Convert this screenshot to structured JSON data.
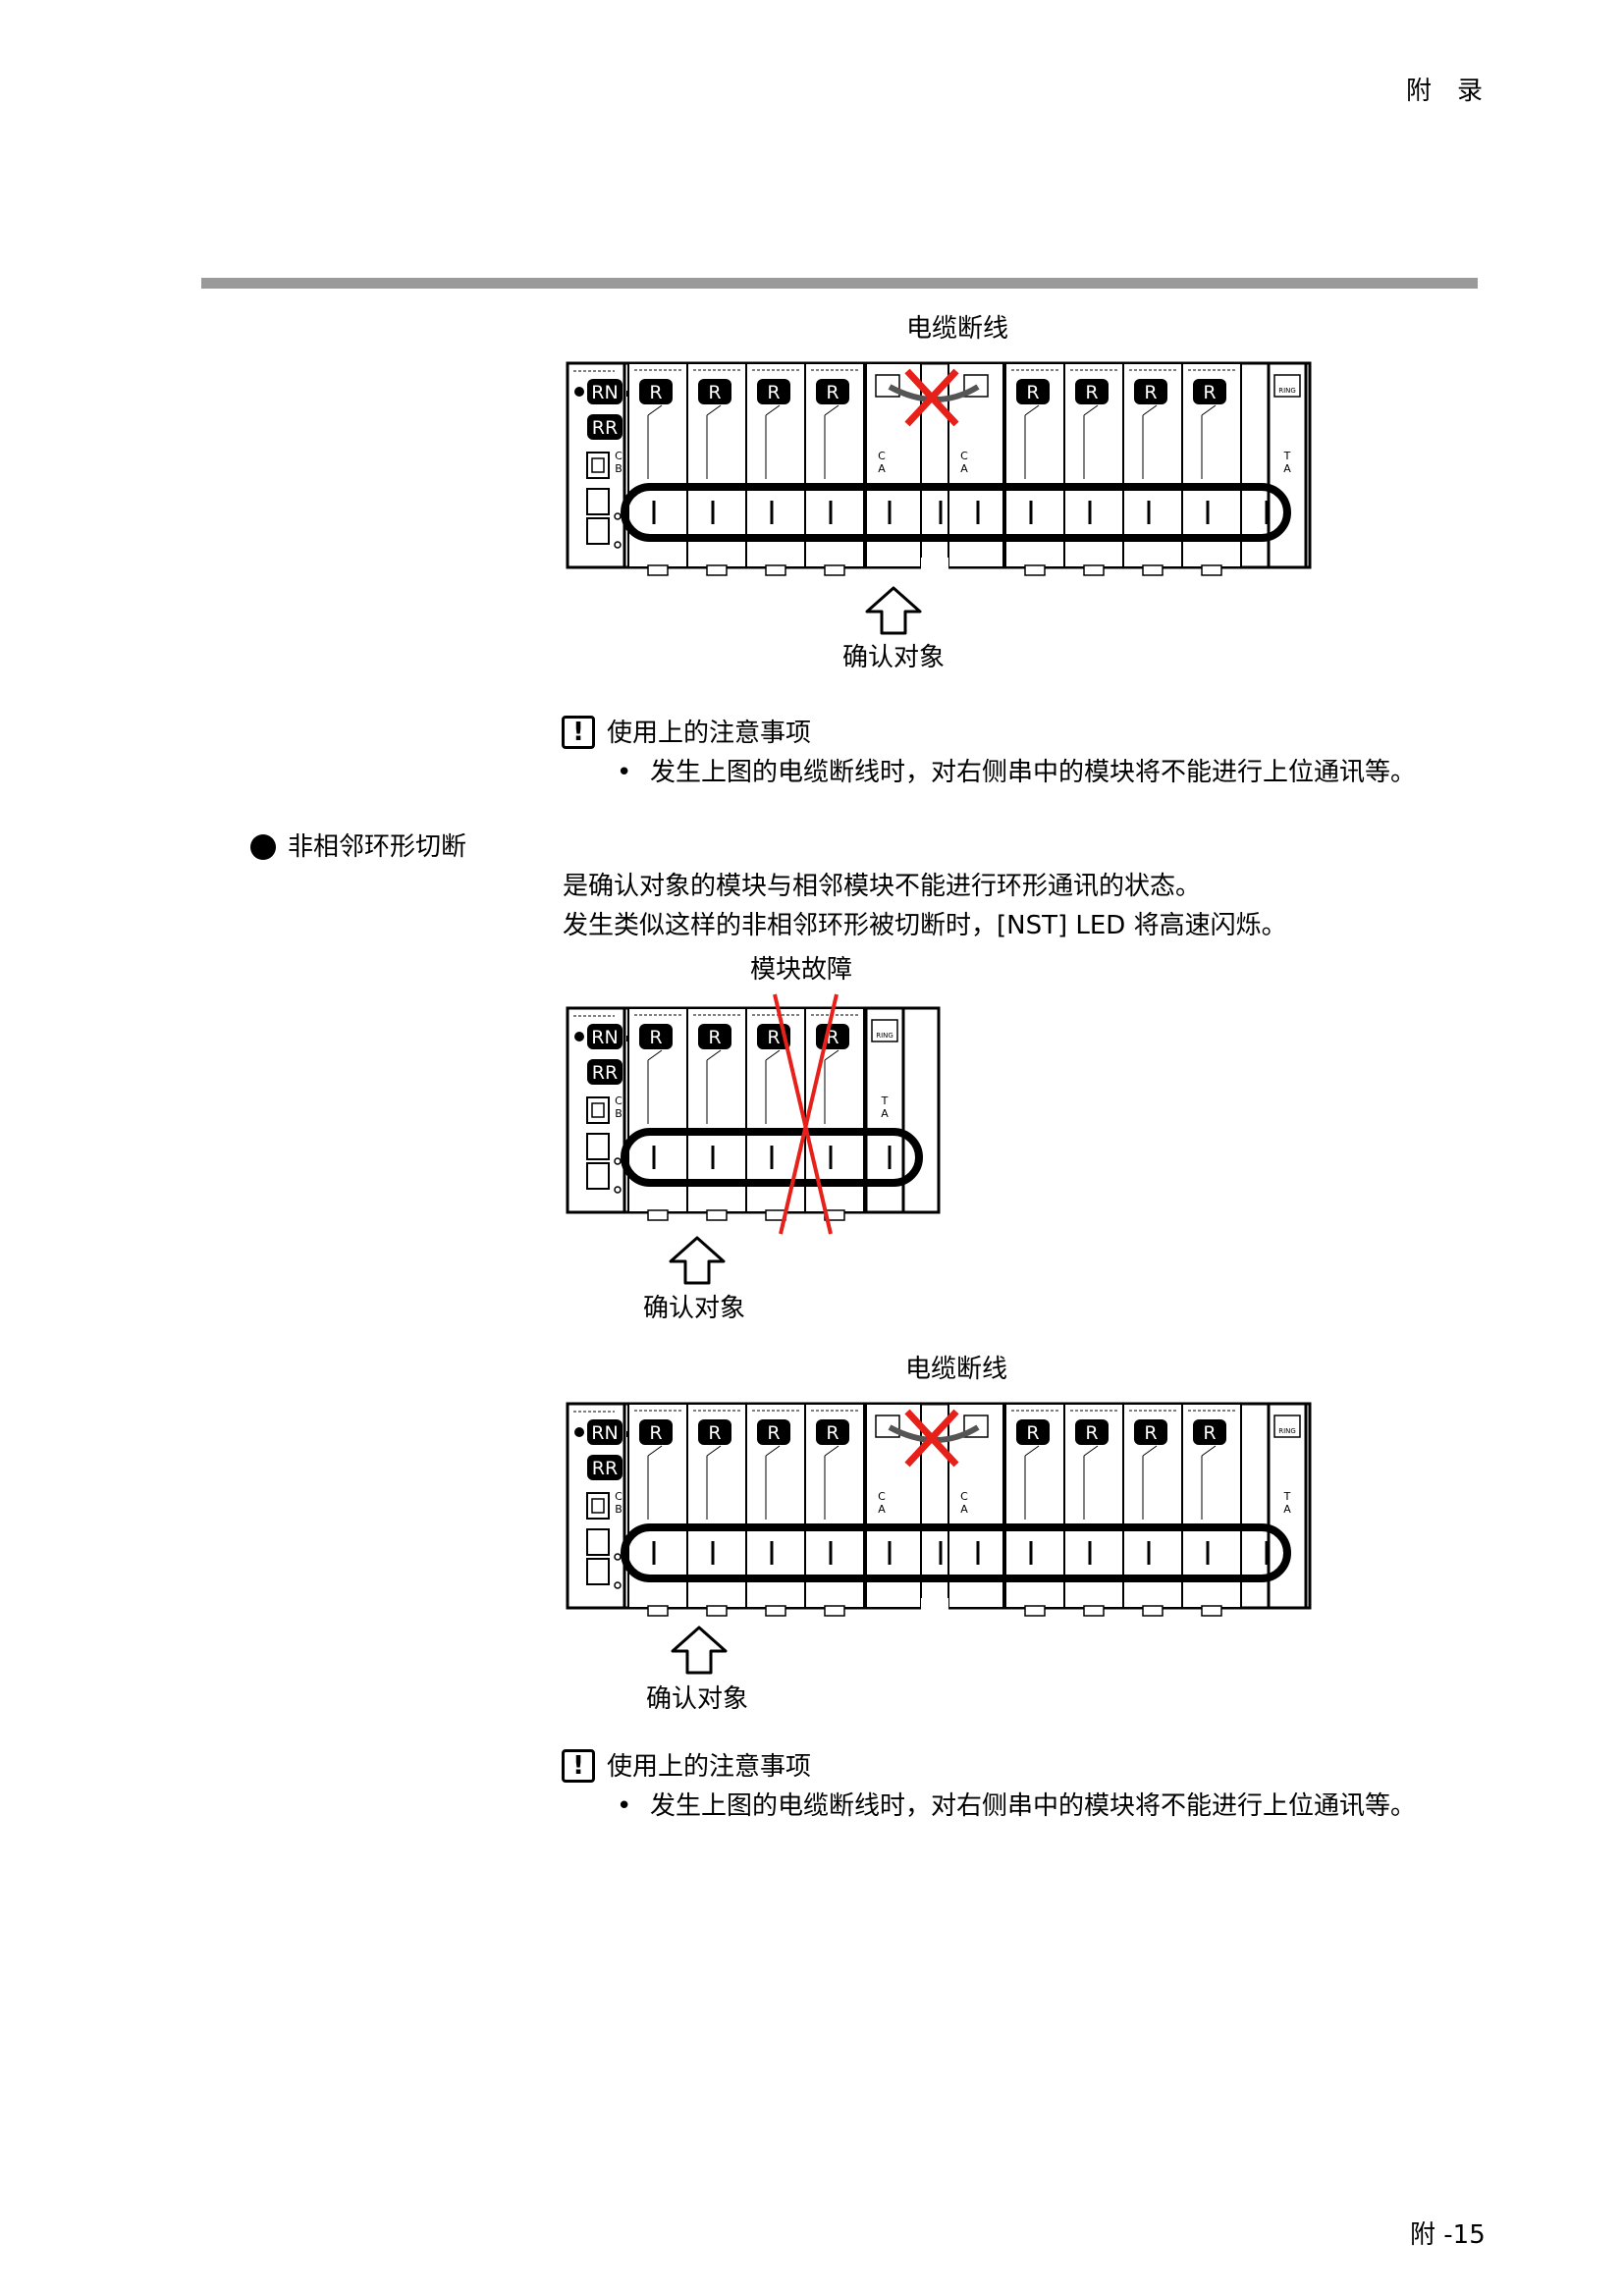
{
  "header": {
    "section": "附　录"
  },
  "footer": {
    "page_number": "附 -15"
  },
  "diagram1": {
    "title": "电缆断线",
    "target_label": "确认对象",
    "rn": "RN",
    "rr": "RR",
    "r": "R",
    "cb": "C\nB",
    "ca": "C\nA",
    "ta": "T\nA",
    "ring": "RING"
  },
  "note1": {
    "heading": "使用上的注意事项",
    "bullet": "•",
    "item": "发生上图的电缆断线时，对右侧串中的模块将不能进行上位通讯等。"
  },
  "section": {
    "title": "非相邻环形切断",
    "desc_line1": "是确认对象的模块与相邻模块不能进行环形通讯的状态。",
    "desc_line2": "发生类似这样的非相邻环形被切断时，[NST] LED 将高速闪烁。"
  },
  "diagram2": {
    "title": "模块故障",
    "target_label": "确认对象"
  },
  "diagram3": {
    "title": "电缆断线",
    "target_label": "确认对象"
  },
  "note2": {
    "heading": "使用上的注意事项",
    "bullet": "•",
    "item": "发生上图的电缆断线时，对右侧串中的模块将不能进行上位通讯等。"
  },
  "colors": {
    "cross": "#e8201a",
    "rule": "#9a9a9a"
  }
}
